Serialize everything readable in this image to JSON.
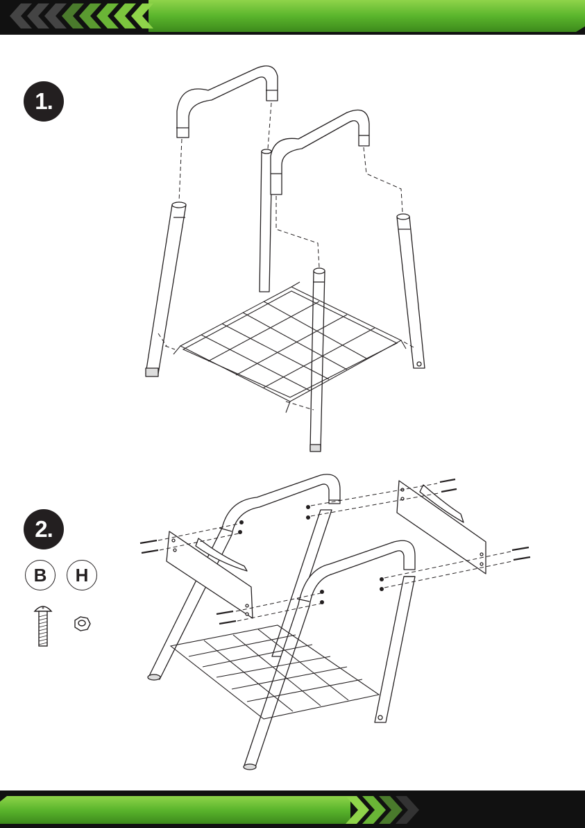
{
  "steps": [
    {
      "number": "1."
    },
    {
      "number": "2."
    }
  ],
  "parts": [
    {
      "letter": "B",
      "item": "bolt"
    },
    {
      "letter": "H",
      "item": "nut"
    }
  ],
  "colors": {
    "band_dark": "#1a1a1a",
    "band_green": "#5ab52c",
    "band_green_light": "#8fd44a",
    "line": "#231f20"
  }
}
